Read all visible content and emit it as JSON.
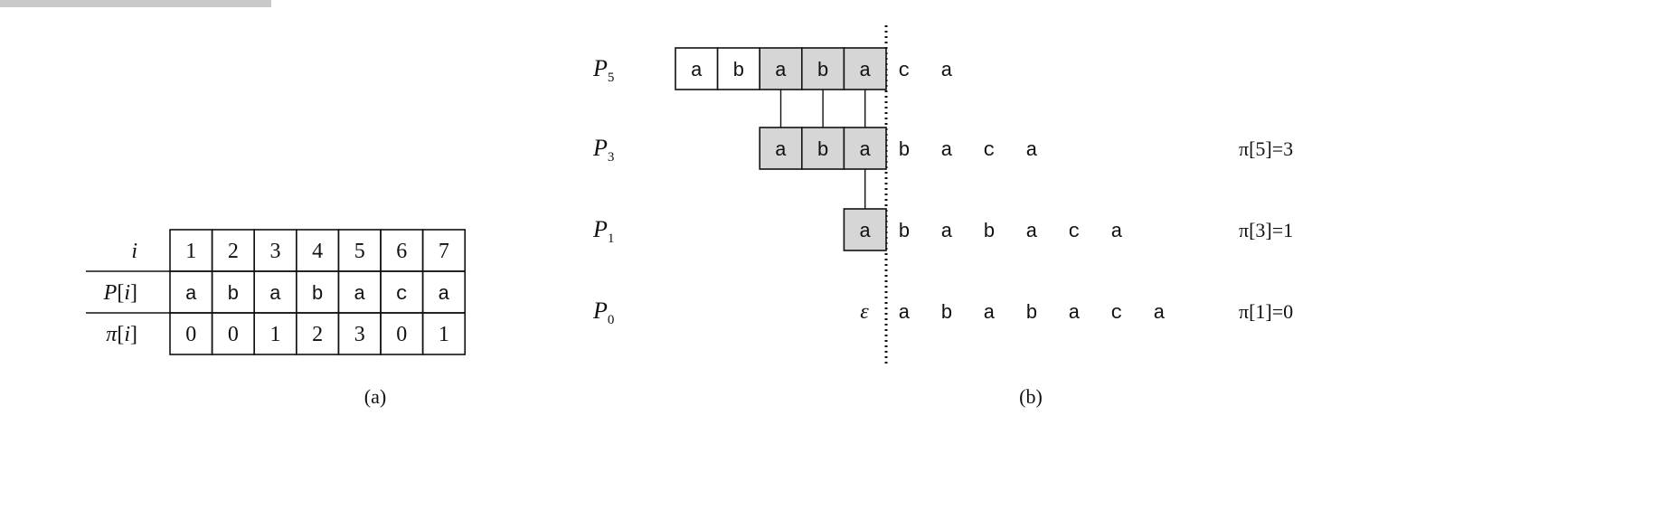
{
  "colors": {
    "shaded_cell": "#d6d6d6",
    "line": "#111111",
    "background": "#ffffff"
  },
  "panel_a": {
    "caption": "(a)",
    "row_labels": {
      "index": "i",
      "pattern": "P[i]",
      "prefix": "π[i]"
    },
    "index": [
      "1",
      "2",
      "3",
      "4",
      "5",
      "6",
      "7"
    ],
    "pattern": [
      "a",
      "b",
      "a",
      "b",
      "a",
      "c",
      "a"
    ],
    "prefix": [
      "0",
      "0",
      "1",
      "2",
      "3",
      "0",
      "1"
    ]
  },
  "panel_b": {
    "caption": "(b)",
    "rows": [
      {
        "label_base": "P",
        "label_sub": "5",
        "boxed": [
          "a",
          "b",
          "a",
          "b",
          "a"
        ],
        "shaded_from": 2,
        "rest": [
          "c",
          "a"
        ],
        "note": "",
        "empty_symbol": ""
      },
      {
        "label_base": "P",
        "label_sub": "3",
        "boxed": [
          "a",
          "b",
          "a"
        ],
        "shaded_from": 0,
        "rest": [
          "b",
          "a",
          "c",
          "a"
        ],
        "note": "π[5]=3",
        "empty_symbol": ""
      },
      {
        "label_base": "P",
        "label_sub": "1",
        "boxed": [
          "a"
        ],
        "shaded_from": 0,
        "rest": [
          "b",
          "a",
          "b",
          "a",
          "c",
          "a"
        ],
        "note": "π[3]=1",
        "empty_symbol": ""
      },
      {
        "label_base": "P",
        "label_sub": "0",
        "boxed": [],
        "shaded_from": 0,
        "rest": [
          "a",
          "b",
          "a",
          "b",
          "a",
          "c",
          "a"
        ],
        "note": "π[1]=0",
        "empty_symbol": "ε"
      }
    ]
  }
}
